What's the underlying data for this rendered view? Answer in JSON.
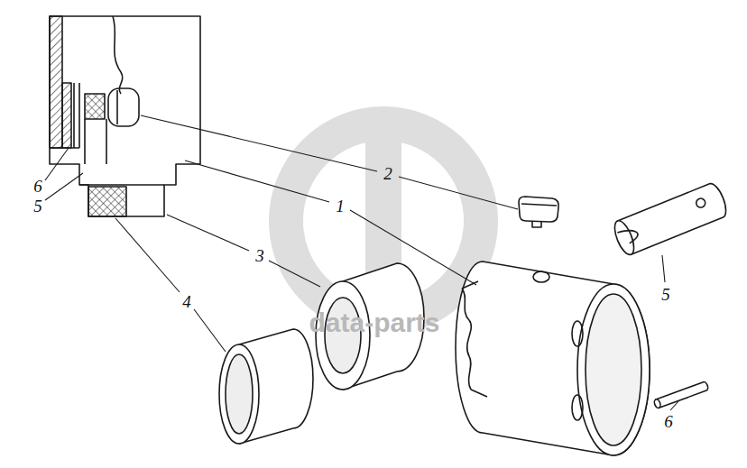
{
  "diagram": {
    "labels": [
      "6",
      "5",
      "2",
      "1",
      "3",
      "4",
      "5",
      "6",
      "data-parts"
    ]
  }
}
